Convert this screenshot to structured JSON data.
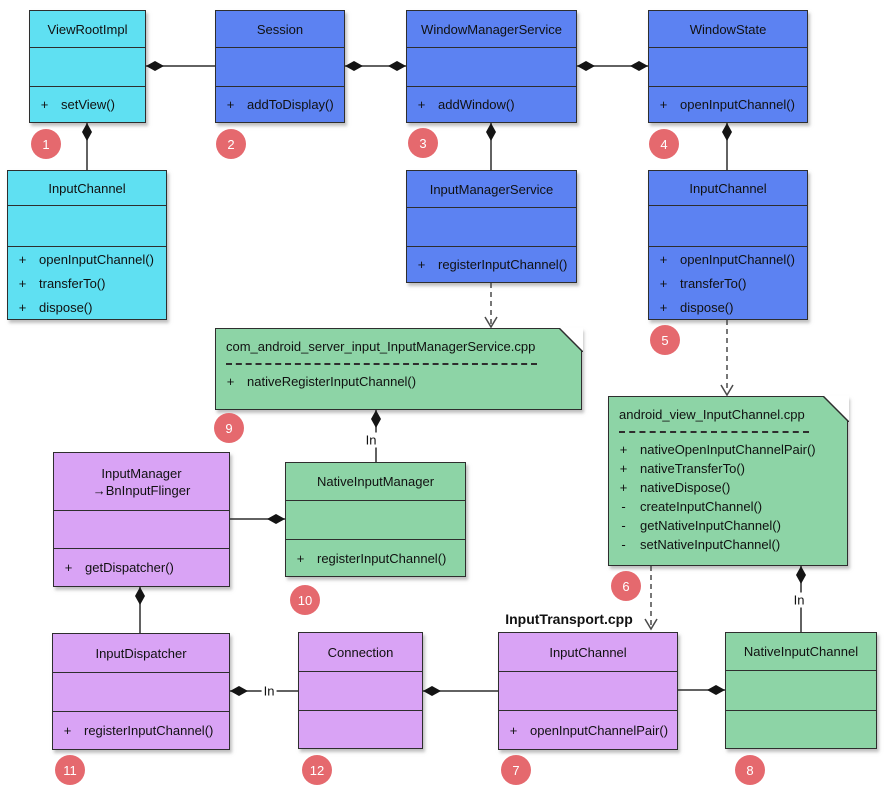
{
  "colors": {
    "cyan": "#5FE0F2",
    "blue": "#5C82F2",
    "green": "#8DD4A6",
    "purple": "#D9A3F5",
    "badge": "#E5696E",
    "border": "#2E2E2E"
  },
  "classes": [
    {
      "id": "view-root-impl",
      "name": "ViewRootImpl",
      "fill": "cyan",
      "methods": [
        {
          "vis": "+",
          "sig": "setView()"
        }
      ]
    },
    {
      "id": "session",
      "name": "Session",
      "fill": "blue",
      "methods": [
        {
          "vis": "+",
          "sig": "addToDisplay()"
        }
      ]
    },
    {
      "id": "window-manager-service",
      "name": "WindowManagerService",
      "fill": "blue",
      "methods": [
        {
          "vis": "+",
          "sig": "addWindow()"
        }
      ]
    },
    {
      "id": "window-state",
      "name": "WindowState",
      "fill": "blue",
      "methods": [
        {
          "vis": "+",
          "sig": "openInputChannel()"
        }
      ]
    },
    {
      "id": "input-channel-app",
      "name": "InputChannel",
      "fill": "cyan",
      "methods": [
        {
          "vis": "+",
          "sig": "openInputChannel()"
        },
        {
          "vis": "+",
          "sig": "transferTo()"
        },
        {
          "vis": "+",
          "sig": "dispose()"
        }
      ]
    },
    {
      "id": "input-manager-service",
      "name": "InputManagerService",
      "fill": "blue",
      "methods": [
        {
          "vis": "+",
          "sig": "registerInputChannel()"
        }
      ]
    },
    {
      "id": "input-channel-server",
      "name": "InputChannel",
      "fill": "blue",
      "methods": [
        {
          "vis": "+",
          "sig": "openInputChannel()"
        },
        {
          "vis": "+",
          "sig": "transferTo()"
        },
        {
          "vis": "+",
          "sig": "dispose()"
        }
      ]
    },
    {
      "id": "input-manager",
      "name": "InputManager",
      "name2": "→BnInputFlinger",
      "fill": "purple",
      "methods": [
        {
          "vis": "+",
          "sig": "getDispatcher()"
        }
      ]
    },
    {
      "id": "native-input-manager",
      "name": "NativeInputManager",
      "fill": "green",
      "methods": [
        {
          "vis": "+",
          "sig": "registerInputChannel()"
        }
      ]
    },
    {
      "id": "input-dispatcher",
      "name": "InputDispatcher",
      "fill": "purple",
      "methods": [
        {
          "vis": "+",
          "sig": "registerInputChannel()"
        }
      ]
    },
    {
      "id": "connection",
      "name": "Connection",
      "fill": "purple",
      "methods": []
    },
    {
      "id": "input-channel-native",
      "name": "InputChannel",
      "fill": "purple",
      "methods": [
        {
          "vis": "+",
          "sig": "openInputChannelPair()"
        }
      ]
    },
    {
      "id": "native-input-channel",
      "name": "NativeInputChannel",
      "fill": "green",
      "methods": []
    }
  ],
  "notes": [
    {
      "id": "note-ims-jni",
      "title": "com_android_server_input_InputManagerService.cpp",
      "methods": [
        {
          "vis": "+",
          "sig": "nativeRegisterInputChannel()"
        }
      ]
    },
    {
      "id": "note-ic-jni",
      "title": "android_view_InputChannel.cpp",
      "methods": [
        {
          "vis": "+",
          "sig": "nativeOpenInputChannelPair()"
        },
        {
          "vis": "+",
          "sig": "nativeTransferTo()"
        },
        {
          "vis": "+",
          "sig": "nativeDispose()"
        },
        {
          "vis": "-",
          "sig": "createInputChannel()"
        },
        {
          "vis": "-",
          "sig": "getNativeInputChannel()"
        },
        {
          "vis": "-",
          "sig": "setNativeInputChannel()"
        }
      ]
    }
  ],
  "badges": [
    {
      "id": "b1",
      "num": "1"
    },
    {
      "id": "b2",
      "num": "2"
    },
    {
      "id": "b3",
      "num": "3"
    },
    {
      "id": "b4",
      "num": "4"
    },
    {
      "id": "b5",
      "num": "5"
    },
    {
      "id": "b6",
      "num": "6"
    },
    {
      "id": "b7",
      "num": "7"
    },
    {
      "id": "b8",
      "num": "8"
    },
    {
      "id": "b9",
      "num": "9"
    },
    {
      "id": "b10",
      "num": "10"
    },
    {
      "id": "b11",
      "num": "11"
    },
    {
      "id": "b12",
      "num": "12"
    }
  ],
  "edge_labels": [
    {
      "id": "in-native-input-manager",
      "text": "In"
    },
    {
      "id": "in-native-input-channel",
      "text": "In"
    },
    {
      "id": "in-connection",
      "text": "In"
    }
  ],
  "floating_labels": [
    {
      "id": "input-transport-file",
      "text": "InputTransport.cpp"
    }
  ]
}
